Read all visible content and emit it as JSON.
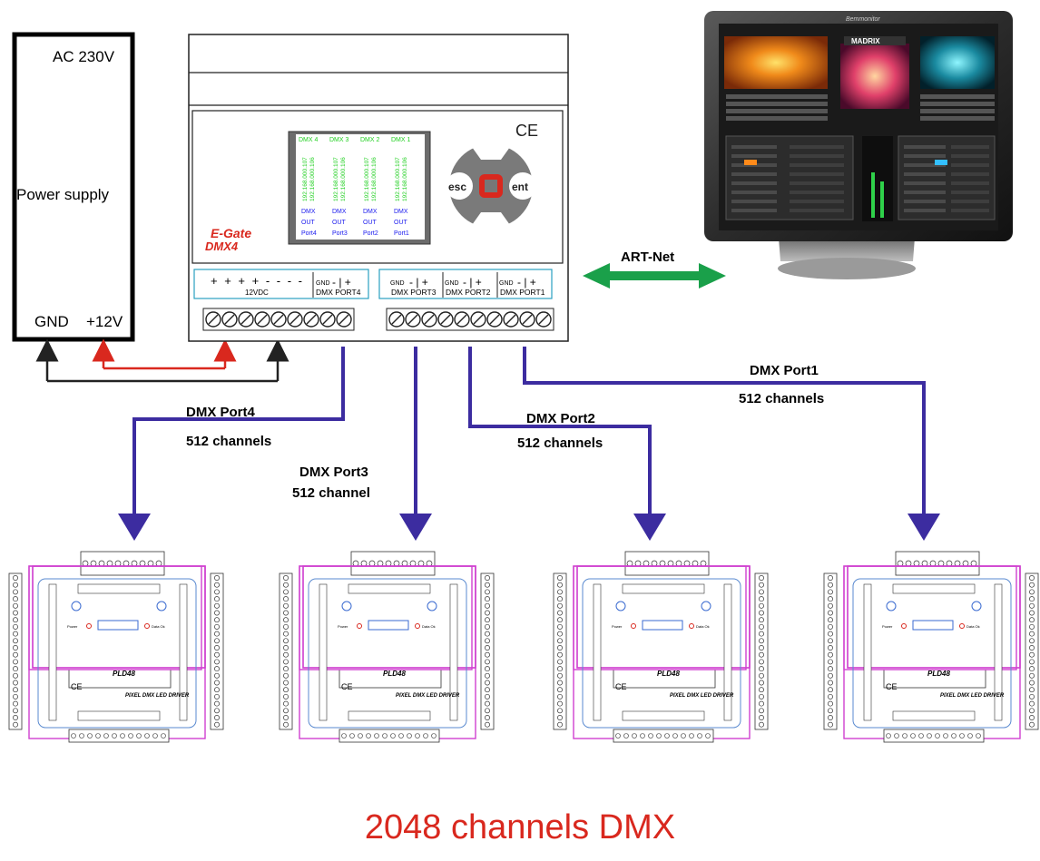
{
  "power_supply": {
    "input_label": "AC 230V",
    "name": "Power supply",
    "gnd_label": "GND",
    "v12_label": "+12V"
  },
  "controller": {
    "brand_line1": "E-Gate",
    "brand_line2": "DMX4",
    "ce_mark": "CE",
    "screen_columns": [
      {
        "header": "DMX 4",
        "ip1": "192.168.000.107",
        "ip2": "192.168.000.106",
        "dir": "DMX",
        "mode": "OUT",
        "port": "Port4"
      },
      {
        "header": "DMX 3",
        "ip1": "192.168.000.107",
        "ip2": "192.168.000.106",
        "dir": "DMX",
        "mode": "OUT",
        "port": "Port3"
      },
      {
        "header": "DMX 2",
        "ip1": "192.168.000.107",
        "ip2": "192.168.000.106",
        "dir": "DMX",
        "mode": "OUT",
        "port": "Port2"
      },
      {
        "header": "DMX 1",
        "ip1": "192.168.000.107",
        "ip2": "192.168.000.106",
        "dir": "DMX",
        "mode": "OUT",
        "port": "Port1"
      }
    ],
    "keypad": {
      "left": "esc",
      "right": "ent"
    },
    "terminals_left": {
      "signs": "+ + + + - - - -",
      "power_label": "12VDC",
      "gnd": "GND",
      "port4_label": "DMX PORT4"
    },
    "terminals_right": {
      "gnd": "GND",
      "port3_label": "DMX PORT3",
      "port2_label": "DMX PORT2",
      "port1_label": "DMX PORT1"
    },
    "pin_signs": "- | +"
  },
  "monitor": {
    "brand": "MADRIX",
    "bezel_text": "Bemmonitor"
  },
  "links": {
    "artnet": "ART-Net",
    "port4": {
      "name": "DMX Port4",
      "channels": "512 channels"
    },
    "port3": {
      "name": "DMX Port3",
      "channels": "512 channel"
    },
    "port2": {
      "name": "DMX Port2",
      "channels": "512 channels"
    },
    "port1": {
      "name": "DMX Port1",
      "channels": "512 channels"
    }
  },
  "driver": {
    "model": "PLD48",
    "subtitle": "PIXEL DMX LED DRIVER",
    "ce_mark": "CE",
    "power_label": "Power",
    "status_label": "Data Ok"
  },
  "footer": {
    "title": "2048 channels DMX"
  },
  "colors": {
    "dmx_line": "#3c2ca0",
    "artnet_arrow": "#1aa04a",
    "power_red": "#d9281e",
    "footer_red": "#d9281e",
    "screen_green": "#22d022",
    "screen_blue": "#1a1aee",
    "driver_border": "#d040d0",
    "driver_inner": "#5a8ad0"
  }
}
